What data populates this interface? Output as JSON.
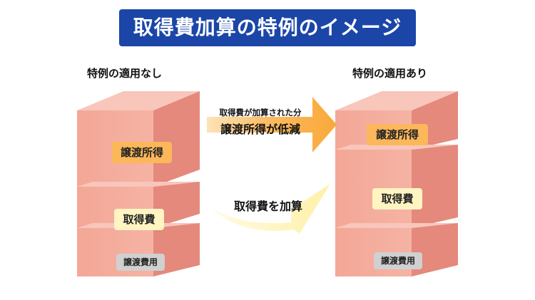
{
  "title": "取得費加算の特例のイメージ",
  "left_caption": "特例の適用なし",
  "right_caption": "特例の適用あり",
  "left_stack": {
    "top_label": "譲渡所得",
    "middle_label": "取得費",
    "bottom_label": "譲渡費用"
  },
  "right_stack": {
    "top_label": "譲渡所得",
    "middle_label": "取得費",
    "bottom_label": "譲渡費用"
  },
  "upper_arrow": {
    "line1": "取得費が加算された分",
    "line2": "譲渡所得が低減"
  },
  "lower_arrow": {
    "text": "取得費を加算"
  },
  "colors": {
    "title_bg": "#1b46a8",
    "block_front": "#f4a89a",
    "block_top": "#f7c2b6",
    "block_side": "#e48c7f",
    "upper_arrow": "#fbb55a",
    "lower_arrow": "#fff3b8"
  }
}
